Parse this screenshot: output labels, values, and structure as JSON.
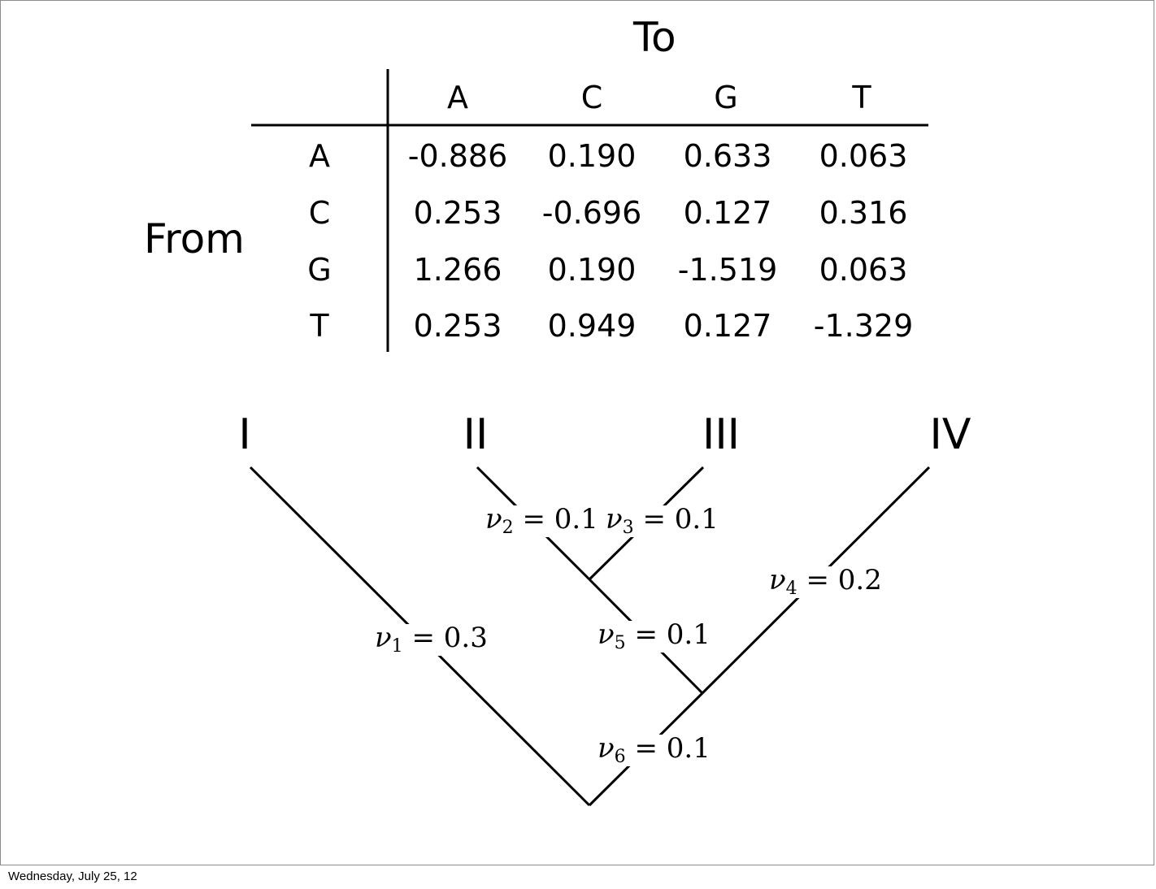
{
  "matrix": {
    "to_label": "To",
    "from_label": "From",
    "columns": [
      "A",
      "C",
      "G",
      "T"
    ],
    "rows": [
      {
        "label": "A",
        "values": [
          "-0.886",
          "0.190",
          "0.633",
          "0.063"
        ]
      },
      {
        "label": "C",
        "values": [
          "0.253",
          "-0.696",
          "0.127",
          "0.316"
        ]
      },
      {
        "label": "G",
        "values": [
          "1.266",
          "0.190",
          "-1.519",
          "0.063"
        ]
      },
      {
        "label": "T",
        "values": [
          "0.253",
          "0.949",
          "0.127",
          "-1.329"
        ]
      }
    ]
  },
  "tree": {
    "taxa": [
      "I",
      "II",
      "III",
      "IV"
    ],
    "branches": [
      {
        "sym": "ν",
        "index": "1",
        "rel": "=",
        "value": "0.3"
      },
      {
        "sym": "ν",
        "index": "2",
        "rel": "=",
        "value": "0.1"
      },
      {
        "sym": "ν",
        "index": "3",
        "rel": "=",
        "value": "0.1"
      },
      {
        "sym": "ν",
        "index": "4",
        "rel": "=",
        "value": "0.2"
      },
      {
        "sym": "ν",
        "index": "5",
        "rel": "=",
        "value": "0.1"
      },
      {
        "sym": "ν",
        "index": "6",
        "rel": "=",
        "value": "0.1"
      }
    ]
  },
  "footer": {
    "date": "Wednesday, July 25, 12"
  }
}
